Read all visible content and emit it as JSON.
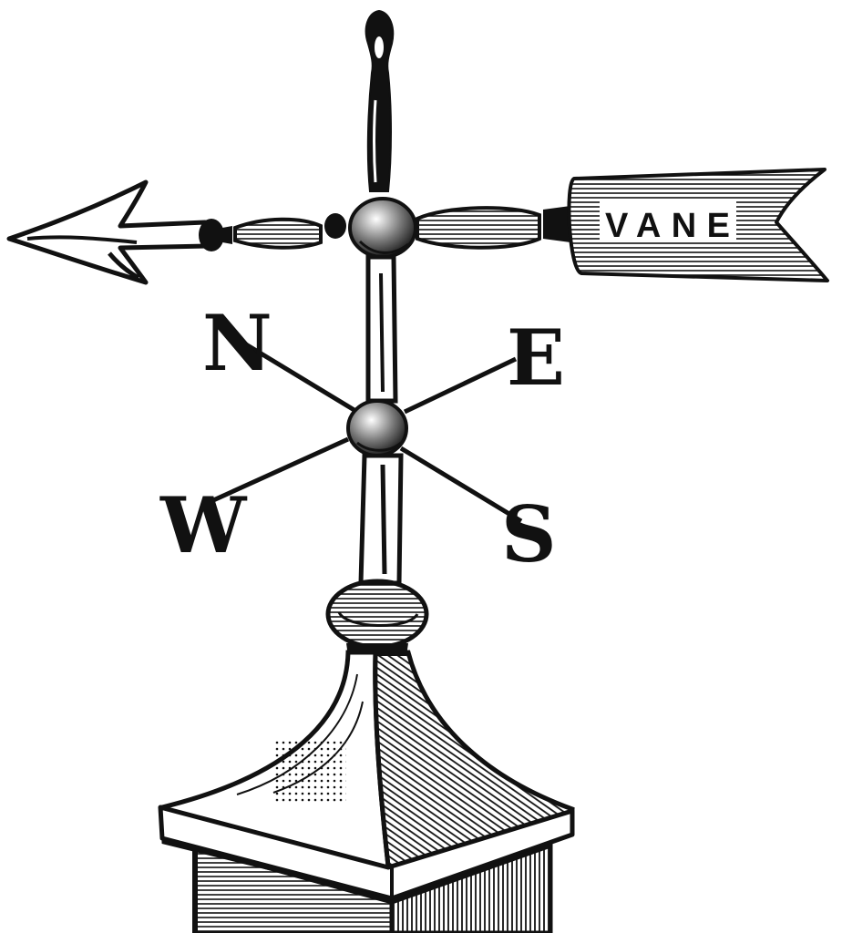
{
  "illustration": {
    "vane_label": "VANE",
    "compass": {
      "north": "N",
      "east": "E",
      "south": "S",
      "west": "W"
    }
  },
  "colors": {
    "ink": "#111111",
    "paper": "#ffffff"
  }
}
